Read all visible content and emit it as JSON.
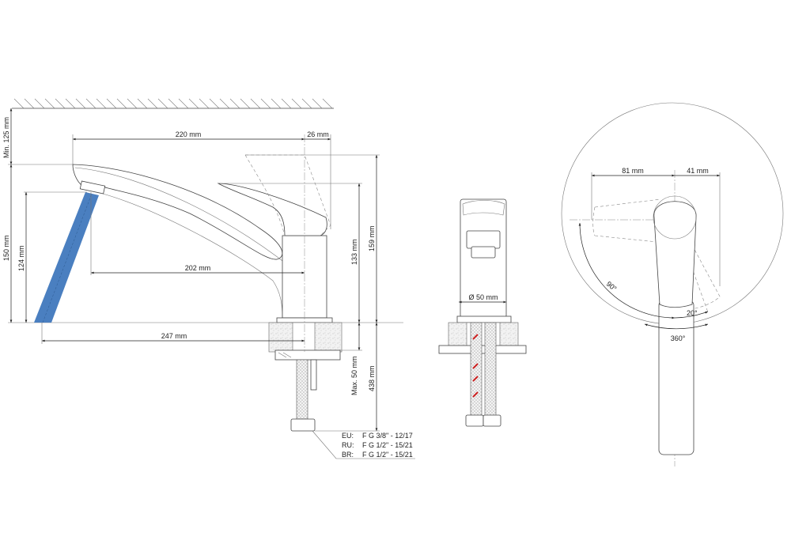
{
  "side_view": {
    "dims": {
      "min_clearance": "Min. 125 mm",
      "spout_reach": "220 mm",
      "handle_offset": "26 mm",
      "spout_height": "150 mm",
      "aerator_height": "124 mm",
      "aerator_reach": "202 mm",
      "stream_reach": "247 mm",
      "handle_height": "133 mm",
      "lever_up_height": "159 mm",
      "max_counter": "Max. 50 mm",
      "hose_length": "438 mm"
    },
    "connections": [
      {
        "region": "EU:",
        "thread": "F G 3/8\" - 12/17"
      },
      {
        "region": "RU:",
        "thread": "F G 1/2\" - 15/21"
      },
      {
        "region": "BR:",
        "thread": "F G 1/2\" - 15/21"
      }
    ],
    "stream_color": "#4a7fc0"
  },
  "front_view": {
    "dims": {
      "body_diameter": "Ø 50 mm"
    },
    "hot_marker_color": "#cc2222"
  },
  "top_view": {
    "dims": {
      "left_reach": "81 mm",
      "right_reach": "41 mm",
      "lever_rotation": "90°",
      "lever_tilt": "20°",
      "spout_rotation": "360°"
    }
  }
}
